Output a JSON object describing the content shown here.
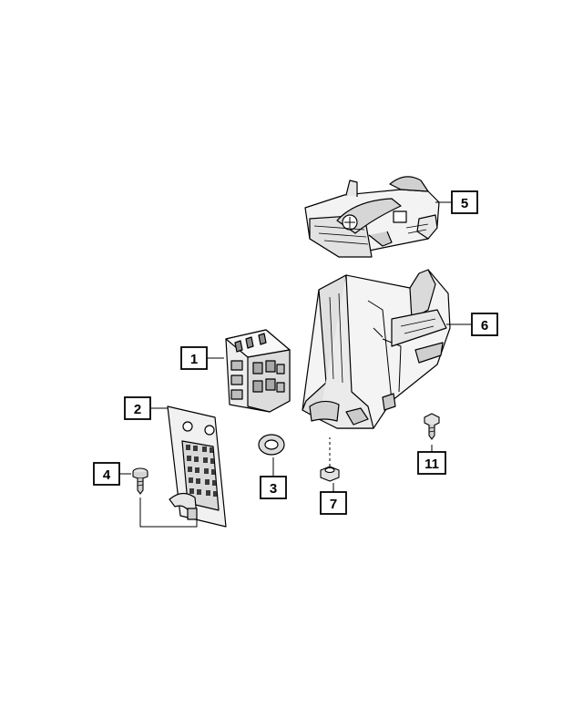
{
  "diagram": {
    "style": {
      "line_color": "#000000",
      "fill_light": "#f2f2f2",
      "fill_mid": "#d8d8d8",
      "fill_dark": "#8a8a8a"
    },
    "callouts": [
      {
        "id": "c1",
        "label": "1"
      },
      {
        "id": "c2",
        "label": "2"
      },
      {
        "id": "c3",
        "label": "3"
      },
      {
        "id": "c4",
        "label": "4"
      },
      {
        "id": "c5",
        "label": "5"
      },
      {
        "id": "c6",
        "label": "6"
      },
      {
        "id": "c7",
        "label": "7"
      },
      {
        "id": "c11",
        "label": "11"
      }
    ]
  }
}
